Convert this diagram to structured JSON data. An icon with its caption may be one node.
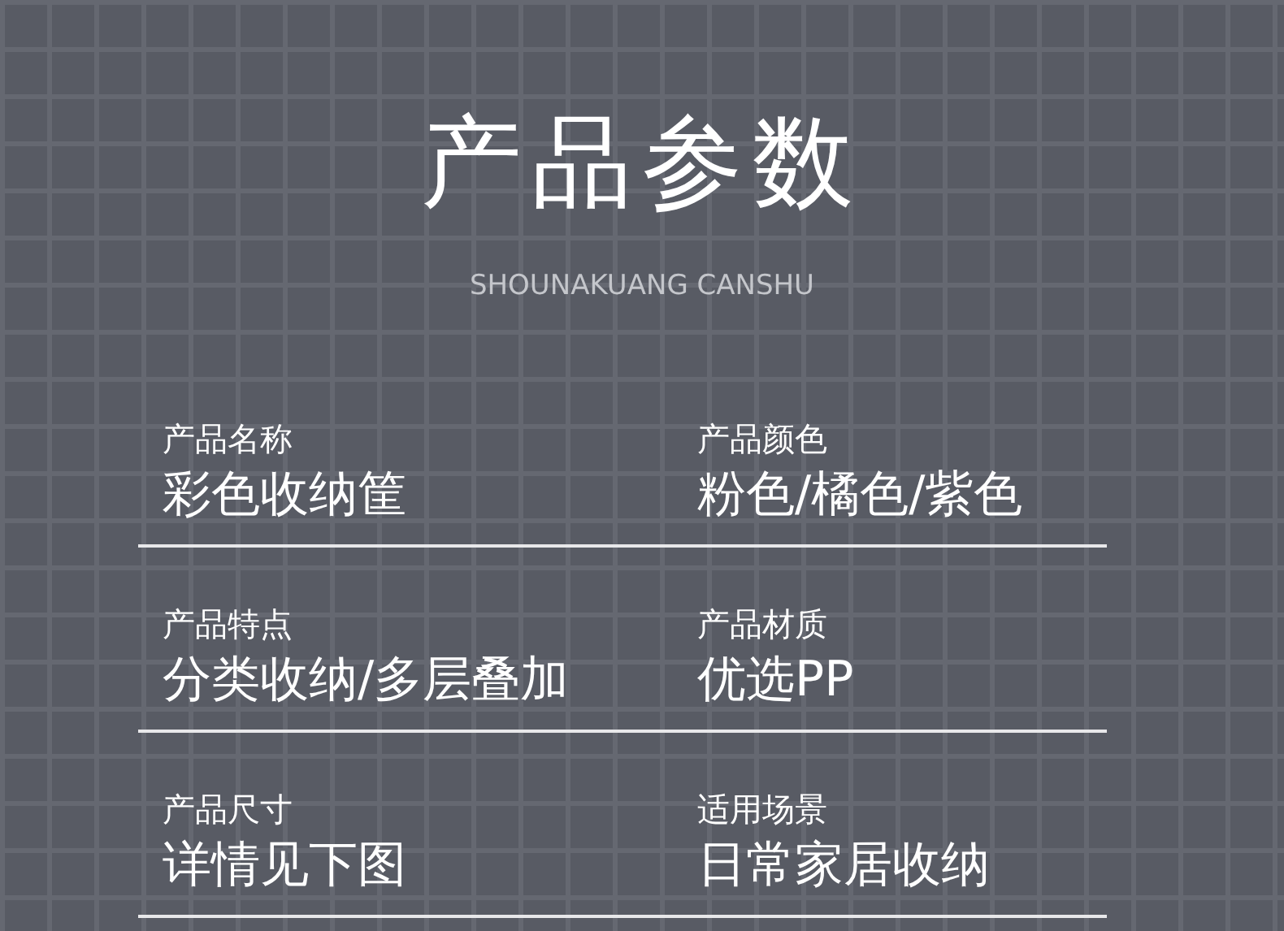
{
  "diagram": {
    "title": "产品参数",
    "labels": [
      "SHOUNAKUANG CANSHU",
      "产品名称",
      "产品颜色",
      "彩色收纳筐",
      "粉色/橘色/紫色",
      "产品特点",
      "产品材质",
      "分类收纳/多层叠加",
      "优选PP",
      "产品尺寸",
      "适用场景",
      "详情见下图",
      "日常家居收纳"
    ]
  }
}
